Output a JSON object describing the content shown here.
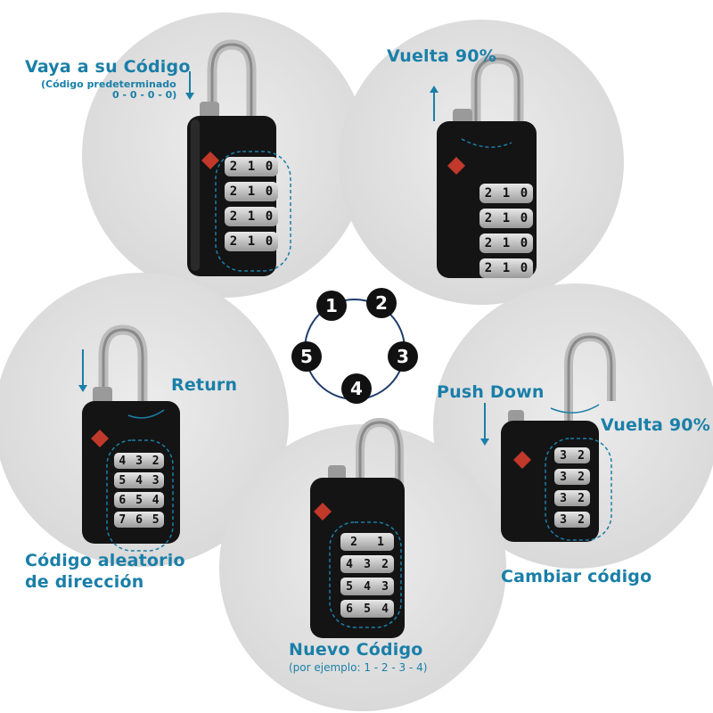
{
  "steps": {
    "step1": {
      "title": "Vaya a su Código",
      "note": "(Código predeterminado",
      "default_code": "0 - 0 - 0 - 0)",
      "dial_digits": [
        "2",
        "1",
        "0",
        "2",
        "1",
        "0",
        "2",
        "1",
        "0",
        "2",
        "1",
        "0"
      ]
    },
    "step2": {
      "title": "Vuelta 90%",
      "dial_digits": [
        "2",
        "1",
        "0",
        "2",
        "1",
        "0",
        "2",
        "1",
        "0",
        "2",
        "1",
        "0"
      ]
    },
    "step3": {
      "title": "Push Down",
      "title2": "Vuelta 90%",
      "caption": "Cambiar código",
      "dial_digits": [
        "3",
        "2",
        "3",
        "2",
        "3",
        "2",
        "3",
        "2"
      ]
    },
    "step4": {
      "title": "Nuevo Código",
      "example": "(por ejemplo: 1 - 2 - 3 - 4)",
      "dial_digits": [
        "2",
        "1",
        "4",
        "3",
        "2",
        "5",
        "4",
        "3",
        "6",
        "5",
        "4"
      ]
    },
    "step5": {
      "title": "Return",
      "caption_line1": "Código aleatorio",
      "caption_line2": "de dirección",
      "dial_digits": [
        "4",
        "3",
        "2",
        "5",
        "4",
        "3",
        "6",
        "5",
        "4",
        "7",
        "6",
        "5"
      ]
    }
  },
  "cycle": {
    "numbers": [
      "1",
      "2",
      "3",
      "4",
      "5"
    ]
  },
  "colors": {
    "accent": "#1a7fa8",
    "badge": "#111111",
    "lock_body": "#141414",
    "background_circle": "#dedede"
  }
}
